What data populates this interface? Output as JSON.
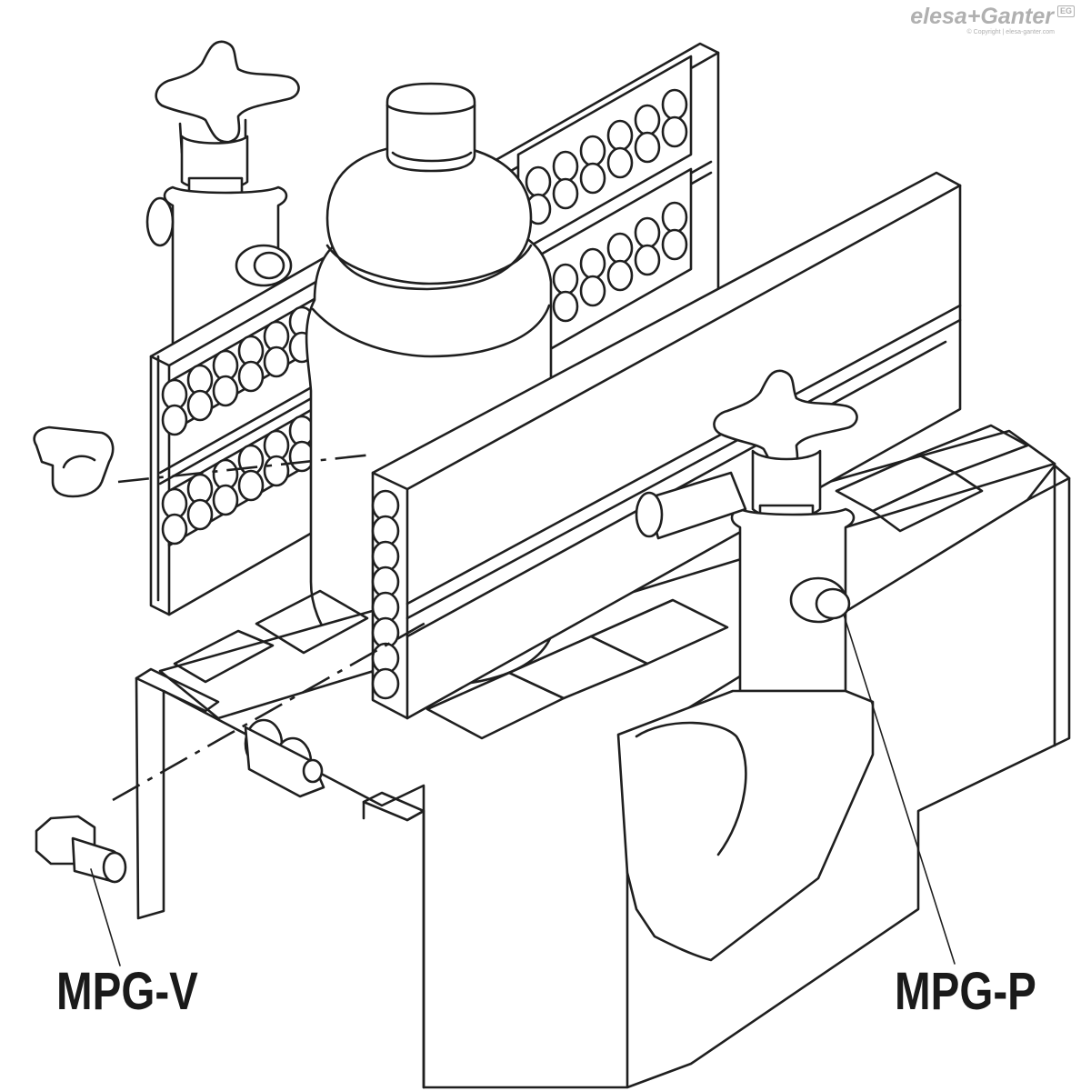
{
  "logo": {
    "brand": "elesa+Ganter",
    "badge": "EG",
    "copyright": "© Copyright | elesa-ganter.com"
  },
  "labels": {
    "left_part": "MPG-V",
    "right_part": "MPG-P"
  },
  "colors": {
    "line": "#1f1f1f",
    "background": "#ffffff",
    "logo_gray": "#b0b0b0"
  }
}
